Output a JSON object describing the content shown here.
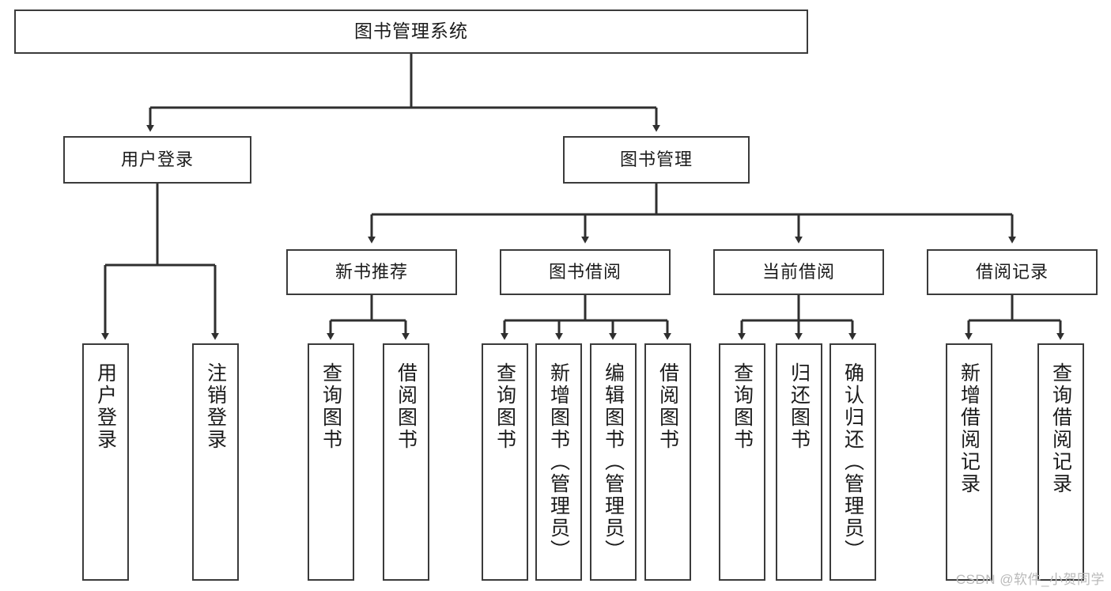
{
  "diagram": {
    "type": "tree",
    "title": "图书管理系统",
    "orientation": "top-down",
    "levels": 4,
    "colors": {
      "node_border": "#3b3b3b",
      "node_fill": "#ffffff",
      "connector": "#2f2f2f",
      "text": "#1b1b1b",
      "watermark": "#b9b9b9",
      "background": "#ffffff"
    }
  },
  "nodes": {
    "root": {
      "label": "图书管理系统"
    },
    "level2": [
      {
        "label": "用户登录"
      },
      {
        "label": "图书管理"
      }
    ],
    "level3": [
      {
        "label": "新书推荐"
      },
      {
        "label": "图书借阅"
      },
      {
        "label": "当前借阅"
      },
      {
        "label": "借阅记录"
      }
    ],
    "leaves": {
      "user_login": [
        {
          "label": "用户登录"
        },
        {
          "label": "注销登录"
        }
      ],
      "new_book_recommend": [
        {
          "label": "查询图书"
        },
        {
          "label": "借阅图书"
        }
      ],
      "book_borrow": [
        {
          "label": "查询图书"
        },
        {
          "label": "新增图书（管理员）"
        },
        {
          "label": "编辑图书（管理员）"
        },
        {
          "label": "借阅图书"
        }
      ],
      "current_borrow": [
        {
          "label": "查询图书"
        },
        {
          "label": "归还图书"
        },
        {
          "label": "确认归还（管理员）"
        }
      ],
      "borrow_record": [
        {
          "label": "新增借阅记录"
        },
        {
          "label": "查询借阅记录"
        }
      ]
    }
  },
  "watermark": {
    "text": "CSDN @软件_小贺同学"
  }
}
